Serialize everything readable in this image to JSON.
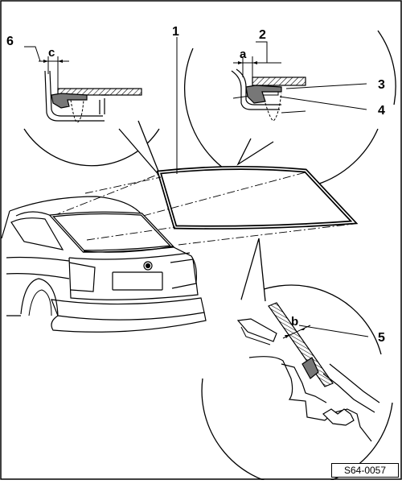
{
  "labels": {
    "callout_1": "1",
    "callout_2": "2",
    "callout_3": "3",
    "callout_4": "4",
    "callout_5": "5",
    "callout_6": "6",
    "dim_a": "a",
    "dim_b": "b",
    "dim_c": "c"
  },
  "figure_code": "S64-0057"
}
